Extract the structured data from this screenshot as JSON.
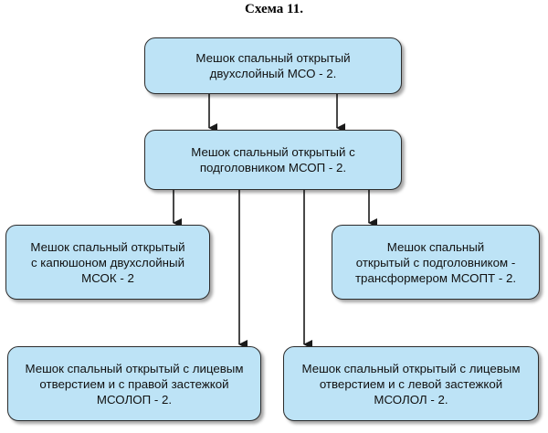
{
  "title": "Схема 11.",
  "nodes": {
    "mso2": "Мешок спальный открытый\nдвухслойный МСО - 2.",
    "msop2": "Мешок спальный открытый с\nподголовником МСОП - 2.",
    "msok2": "Мешок спальный открытый\nс капюшоном двухслойный\nМСОК - 2",
    "msopt2": "Мешок спальный\nоткрытый с подголовником -\nтрансформером МСОПТ - 2.",
    "msolop2": "Мешок спальный открытый с лицевым\nотверстием и с правой застежкой\nМСОЛОП - 2.",
    "msolol2": "Мешок спальный открытый с лицевым\nотверстием и с левой застежкой\nМСОЛОЛ - 2."
  },
  "colors": {
    "box_fill": "#bde3f6",
    "box_border": "#2b2b2b",
    "arrow": "#1a1a1a"
  }
}
